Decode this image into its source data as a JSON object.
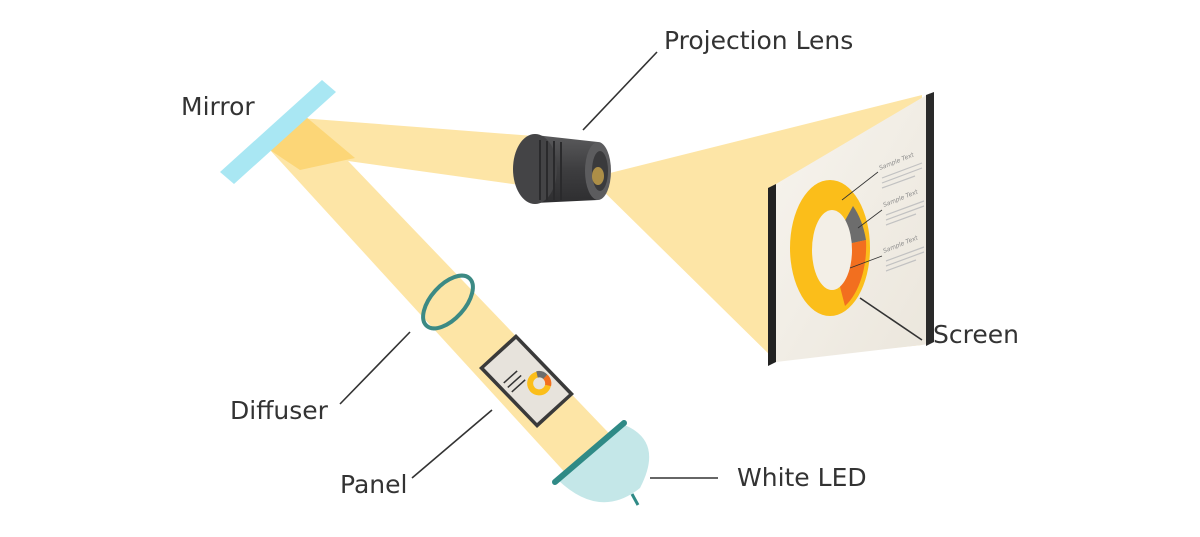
{
  "labels": {
    "projection_lens": "Projection Lens",
    "mirror": "Mirror",
    "screen": "Screen",
    "diffuser": "Diffuser",
    "panel": "Panel",
    "white_led": "White LED"
  },
  "screen_content": {
    "callouts": [
      "Sample Text",
      "Sample Text",
      "Sample Text"
    ]
  },
  "colors": {
    "light_beam": "#fde5a6",
    "light_beam_dark": "#fbd36e",
    "mirror": "#a9e7f3",
    "lens_body": "#4d4d4f",
    "diffuser_ring": "#3c8a84",
    "led_dome": "#c4e7e8",
    "led_base": "#2f8a86",
    "chart_yellow": "#fbbe1a",
    "chart_orange": "#f26f1f",
    "chart_gray": "#6d6d6d",
    "leader_line": "#333333"
  }
}
